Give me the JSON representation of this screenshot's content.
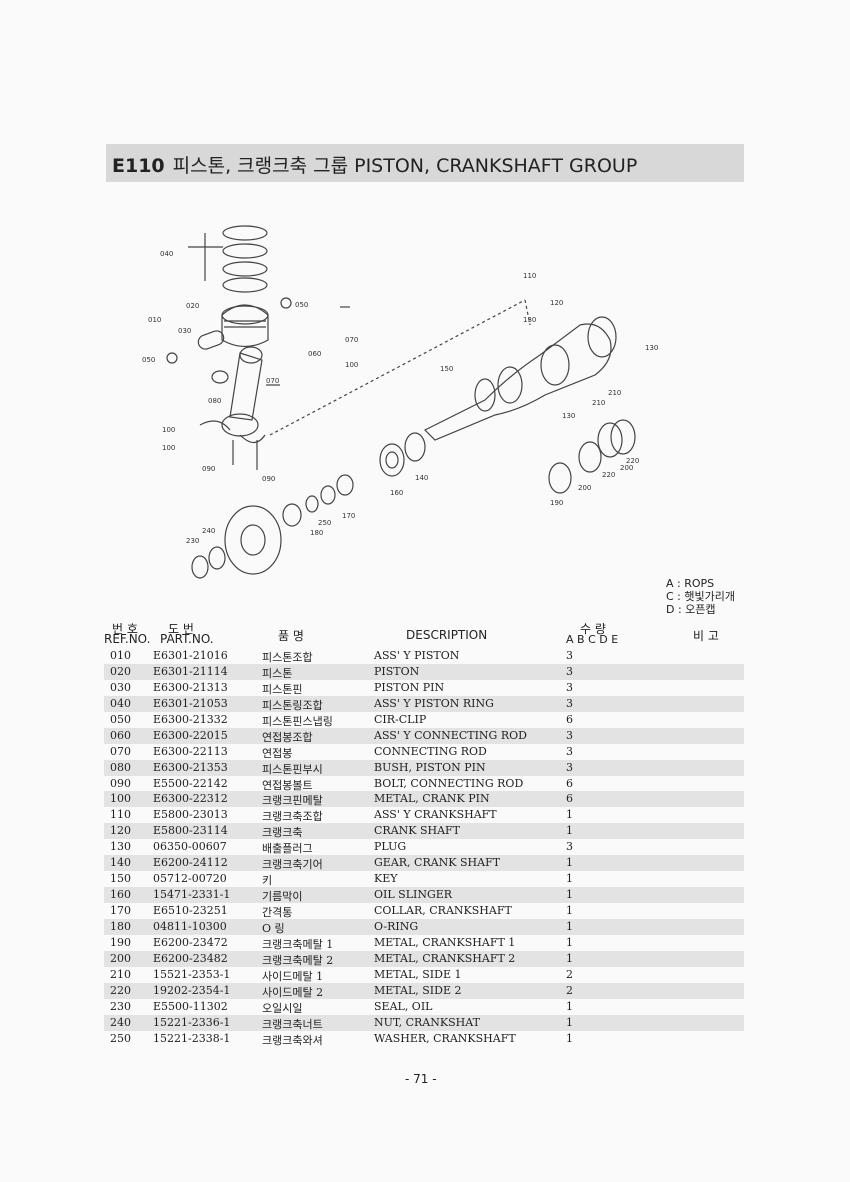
{
  "header": {
    "code": "E110",
    "title": "피스톤, 크랭크축 그룹 PISTON, CRANKSHAFT GROUP"
  },
  "diagram": {
    "labels": [
      "040",
      "020",
      "010",
      "050",
      "030",
      "050",
      "060",
      "070",
      "100",
      "080",
      "070",
      "100",
      "100",
      "090",
      "090",
      "110",
      "120",
      "130",
      "130",
      "150",
      "130",
      "210",
      "210",
      "220",
      "220",
      "200",
      "200",
      "190",
      "140",
      "160",
      "170",
      "180",
      "250",
      "240",
      "230"
    ]
  },
  "legend": {
    "a": "A : ROPS",
    "c": "C : 햇빛가리개",
    "d": "D : 오픈캡"
  },
  "table_header": {
    "ref_kor": "번 호",
    "ref_eng": "REF.NO.",
    "part_kor": "도      번",
    "part_eng": "PART.NO.",
    "name_kor": "품      명",
    "description": "DESCRIPTION",
    "qty_kor": "수      량",
    "qty_cols": "A  B  C  D  E",
    "remarks": "비   고"
  },
  "rows": [
    {
      "ref": "010",
      "part": "E6301-21016",
      "kor": "피스톤조합",
      "desc": "ASS' Y PISTON",
      "qty": "3"
    },
    {
      "ref": "020",
      "part": "E6301-21114",
      "kor": "피스톤",
      "desc": "PISTON",
      "qty": "3"
    },
    {
      "ref": "030",
      "part": "E6300-21313",
      "kor": "피스톤핀",
      "desc": "PISTON PIN",
      "qty": "3"
    },
    {
      "ref": "040",
      "part": "E6301-21053",
      "kor": "피스톤링조합",
      "desc": "ASS' Y PISTON RING",
      "qty": "3"
    },
    {
      "ref": "050",
      "part": "E6300-21332",
      "kor": "피스톤핀스냅링",
      "desc": "CIR-CLIP",
      "qty": "6"
    },
    {
      "ref": "060",
      "part": "E6300-22015",
      "kor": "연접봉조합",
      "desc": "ASS' Y CONNECTING ROD",
      "qty": "3"
    },
    {
      "ref": "070",
      "part": "E6300-22113",
      "kor": "연접봉",
      "desc": "CONNECTING ROD",
      "qty": "3"
    },
    {
      "ref": "080",
      "part": "E6300-21353",
      "kor": "피스톤핀부시",
      "desc": "BUSH, PISTON PIN",
      "qty": "3"
    },
    {
      "ref": "090",
      "part": "E5500-22142",
      "kor": "연접봉볼트",
      "desc": "BOLT, CONNECTING ROD",
      "qty": "6"
    },
    {
      "ref": "100",
      "part": "E6300-22312",
      "kor": "크랭크핀메탈",
      "desc": "METAL, CRANK PIN",
      "qty": "6"
    },
    {
      "ref": "110",
      "part": "E5800-23013",
      "kor": "크랭크축조합",
      "desc": "ASS' Y CRANKSHAFT",
      "qty": "1"
    },
    {
      "ref": "120",
      "part": "E5800-23114",
      "kor": "크랭크축",
      "desc": "CRANK SHAFT",
      "qty": "1"
    },
    {
      "ref": "130",
      "part": "06350-00607",
      "kor": "배출플러그",
      "desc": "PLUG",
      "qty": "3"
    },
    {
      "ref": "140",
      "part": "E6200-24112",
      "kor": "크랭크축기어",
      "desc": "GEAR, CRANK SHAFT",
      "qty": "1"
    },
    {
      "ref": "150",
      "part": "05712-00720",
      "kor": "키",
      "desc": "KEY",
      "qty": "1"
    },
    {
      "ref": "160",
      "part": "15471-2331-1",
      "kor": "기름막이",
      "desc": "OIL SLINGER",
      "qty": "1"
    },
    {
      "ref": "170",
      "part": "E6510-23251",
      "kor": "간격통",
      "desc": "COLLAR, CRANKSHAFT",
      "qty": "1"
    },
    {
      "ref": "180",
      "part": "04811-10300",
      "kor": "O 링",
      "desc": "O-RING",
      "qty": "1"
    },
    {
      "ref": "190",
      "part": "E6200-23472",
      "kor": "크랭크축메탈 1",
      "desc": "METAL, CRANKSHAFT 1",
      "qty": "1"
    },
    {
      "ref": "200",
      "part": "E6200-23482",
      "kor": "크랭크축메탈 2",
      "desc": "METAL, CRANKSHAFT 2",
      "qty": "1"
    },
    {
      "ref": "210",
      "part": "15521-2353-1",
      "kor": "사이드메탈 1",
      "desc": "METAL, SIDE 1",
      "qty": "2"
    },
    {
      "ref": "220",
      "part": "19202-2354-1",
      "kor": "사이드메탈 2",
      "desc": "METAL, SIDE 2",
      "qty": "2"
    },
    {
      "ref": "230",
      "part": "E5500-11302",
      "kor": "오일시일",
      "desc": "SEAL, OIL",
      "qty": "1"
    },
    {
      "ref": "240",
      "part": "15221-2336-1",
      "kor": "크랭크축너트",
      "desc": "NUT, CRANKSHAT",
      "qty": "1"
    },
    {
      "ref": "250",
      "part": "15221-2338-1",
      "kor": "크랭크축와셔",
      "desc": "WASHER, CRANKSHAFT",
      "qty": "1"
    }
  ],
  "page_number": "- 71 -",
  "colors": {
    "header_bar": "#d8d8d8",
    "row_shade": "#e3e3e3",
    "ink": "#222222"
  }
}
